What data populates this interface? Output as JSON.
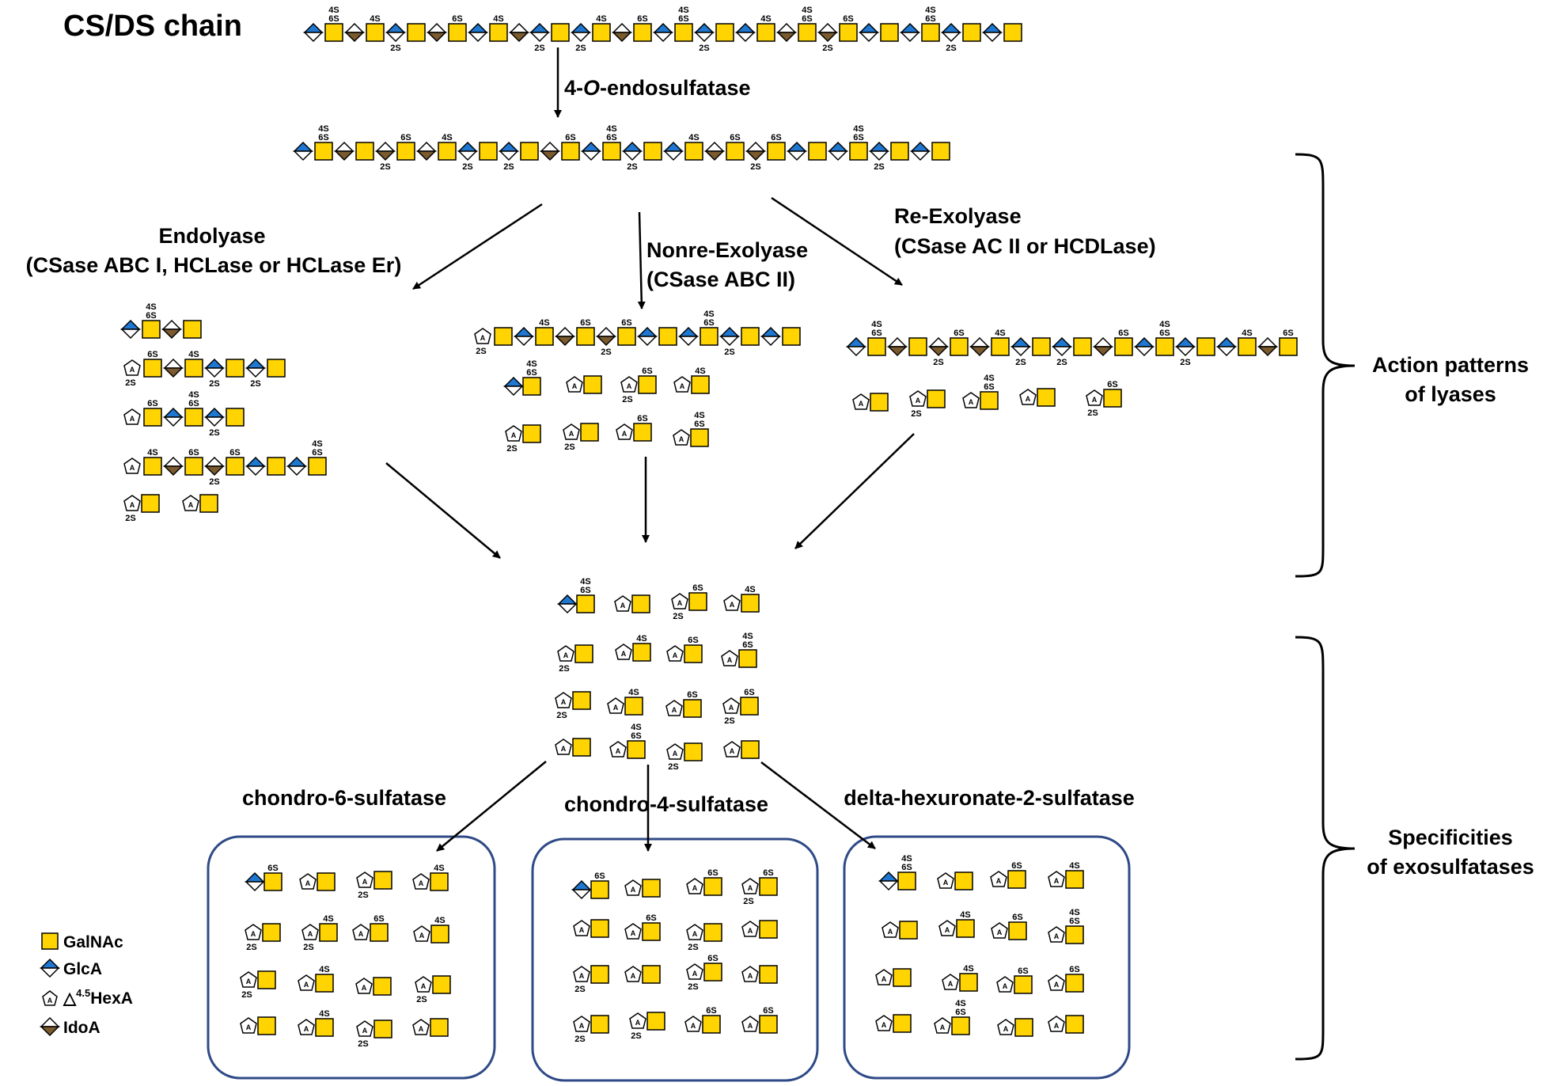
{
  "title": "CS/DS chain",
  "steps": {
    "endosulfatase_prefix": "4-",
    "endosulfatase_italic": "O",
    "endosulfatase_suffix": "-endosulfatase"
  },
  "lyases": {
    "endo": {
      "name": "Endolyase",
      "detail": "(CSase ABC I, HCLase or HCLase Er)"
    },
    "nonre": {
      "name": "Nonre-Exolyase",
      "detail": "(CSase ABC II)"
    },
    "re": {
      "name": "Re-Exolyase",
      "detail": "(CSase AC II or HCDLase)"
    }
  },
  "sulfatases": {
    "c6": "chondro-6-sulfatase",
    "c4": "chondro-4-sulfatase",
    "d2": "delta-hexuronate-2-sulfatase"
  },
  "brackets": {
    "lyases_line1": "Action patterns",
    "lyases_line2": "of lyases",
    "exo_line1": "Specificities",
    "exo_line2": "of exosulfatases"
  },
  "legend": {
    "galnac": "GalNAc",
    "glca": "GlcA",
    "hexa_prefix": "△",
    "hexa_sup": "4.5",
    "hexa_name": "HexA",
    "idoa": "IdoA"
  },
  "labels": {
    "s4": "4S",
    "s6": "6S",
    "s2": "2S",
    "a": "A"
  },
  "colors": {
    "galnac": "#FFD400",
    "glca": "#1E78D2",
    "idoa": "#7B5A2E",
    "box": "#2F4A86",
    "line": "#000000"
  }
}
